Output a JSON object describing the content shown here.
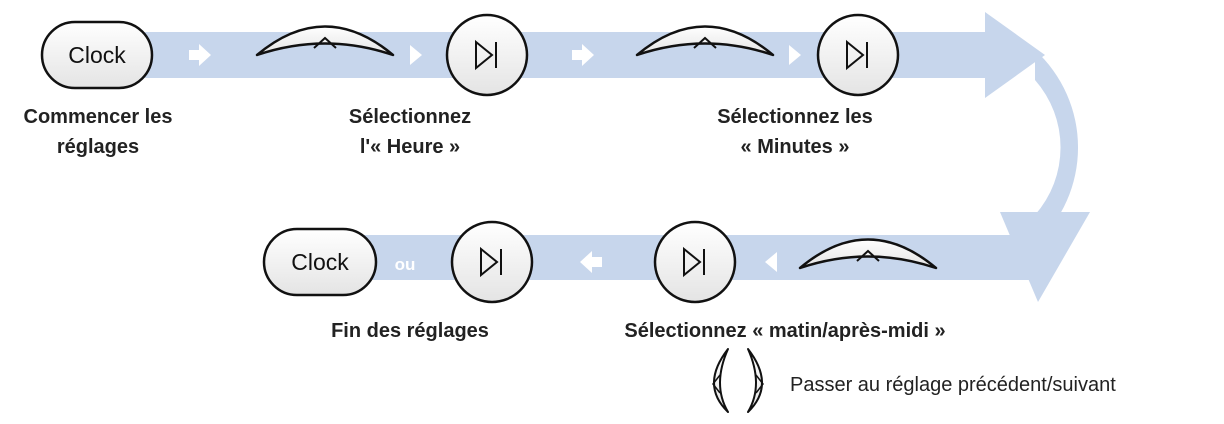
{
  "buttons": {
    "clock": "Clock"
  },
  "connectors": {
    "or": "ou"
  },
  "steps": {
    "start": [
      "Commencer les",
      "réglages"
    ],
    "hour": [
      "Sélectionnez",
      "l'« Heure »"
    ],
    "minutes": [
      "Sélectionnez les",
      "« Minutes »"
    ],
    "ampm": "Sélectionnez « matin/après-midi »",
    "end": "Fin des réglages"
  },
  "legend": {
    "text": "Passer au réglage précédent/suivant"
  },
  "icons": {
    "up": "up-chevron-icon",
    "play_pause": "play-pause-icon",
    "prev": "left-chevron-icon",
    "next": "right-chevron-icon",
    "arrow_right": "arrow-right-icon",
    "arrow_left": "arrow-left-icon"
  },
  "colors": {
    "flow_band": "#c7d6ec",
    "arrow_white": "#ffffff",
    "button_fill": "#f7f7f7",
    "button_stroke": "#111111",
    "text": "#222222"
  }
}
